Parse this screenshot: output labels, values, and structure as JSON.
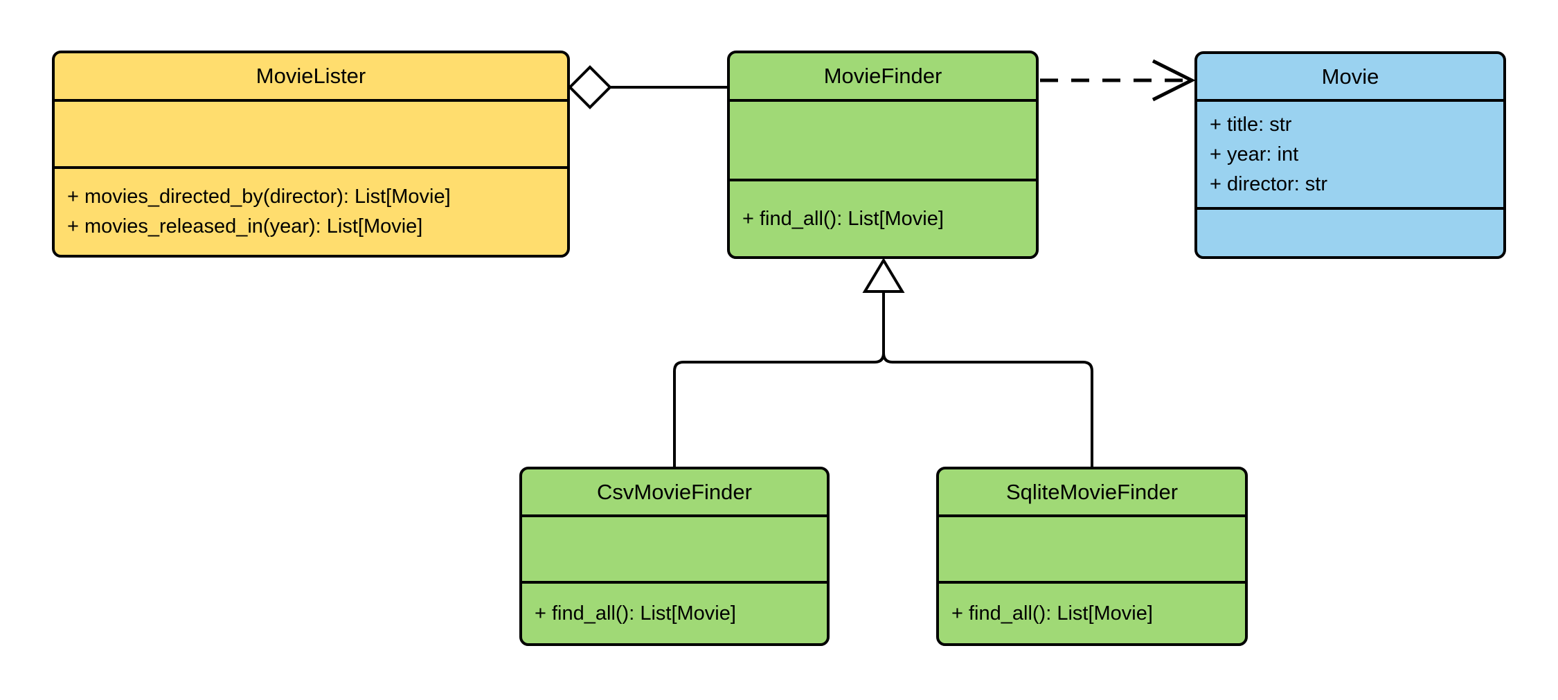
{
  "diagram": {
    "kind": "uml-class-diagram",
    "background": "#FFFFFF",
    "colors": {
      "yellow_fill": "#FFDD6E",
      "green_fill": "#A0D976",
      "blue_fill": "#9AD2F0",
      "line": "#000000"
    },
    "classes": [
      {
        "name": "MovieLister",
        "fill": "#FFDD6E",
        "attributes": [],
        "methods": [
          "+ movies_directed_by(director): List[Movie]",
          "+ movies_released_in(year): List[Movie]"
        ]
      },
      {
        "name": "MovieFinder",
        "fill": "#A0D976",
        "attributes": [],
        "methods": [
          "+ find_all(): List[Movie]"
        ]
      },
      {
        "name": "Movie",
        "fill": "#9AD2F0",
        "attributes": [
          "+ title: str",
          "+ year: int",
          "+ director: str"
        ],
        "methods": []
      },
      {
        "name": "CsvMovieFinder",
        "fill": "#A0D976",
        "attributes": [],
        "methods": [
          "+ find_all(): List[Movie]"
        ]
      },
      {
        "name": "SqliteMovieFinder",
        "fill": "#A0D976",
        "attributes": [],
        "methods": [
          "+ find_all(): List[Movie]"
        ]
      }
    ],
    "relationships": [
      {
        "type": "aggregation",
        "from": "MovieLister",
        "to": "MovieFinder"
      },
      {
        "type": "dependency",
        "from": "MovieFinder",
        "to": "Movie"
      },
      {
        "type": "generalization",
        "from": "CsvMovieFinder",
        "to": "MovieFinder"
      },
      {
        "type": "generalization",
        "from": "SqliteMovieFinder",
        "to": "MovieFinder"
      }
    ]
  }
}
